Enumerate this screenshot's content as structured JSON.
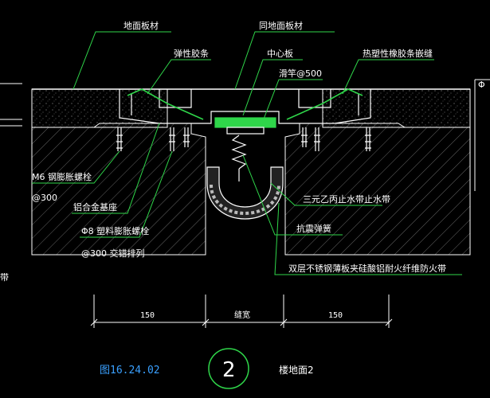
{
  "labels": {
    "floor_board": "地面板材",
    "same_floor_board": "同地面板材",
    "elastic_strip": "弹性胶条",
    "center_plate": "中心板",
    "slide_washer": "滑竿@500",
    "thermoplastic_rubber": "热塑性橡胶条嵌缝",
    "m6_bolt": "M6 钢膨胀螺栓",
    "m6_spacing": "@300",
    "aluminum_base": "铝合金基座",
    "phi8_bolt": "Φ8 塑料膨胀螺栓",
    "phi8_spacing": "@300  交错排列",
    "epdm_waterstop": "三元乙丙止水带止水带",
    "anti_seismic_spring": "抗震弹簧",
    "fire_strip": "双层不锈钢薄板夹硅酸铝耐火纤维防火带",
    "right_edge_mark": "Φ",
    "left_edge_mark": "带"
  },
  "dimensions": {
    "left": "150",
    "gap": "缝宽",
    "right": "150"
  },
  "figure": {
    "number": "图16.24.02",
    "detail_no": "2",
    "title": "楼地面2"
  },
  "colors": {
    "background": "#000000",
    "line_white": "#ffffff",
    "line_green": "#2fd64a",
    "hatch": "#8a8a8a",
    "figure_text": "#3aa0ff"
  }
}
